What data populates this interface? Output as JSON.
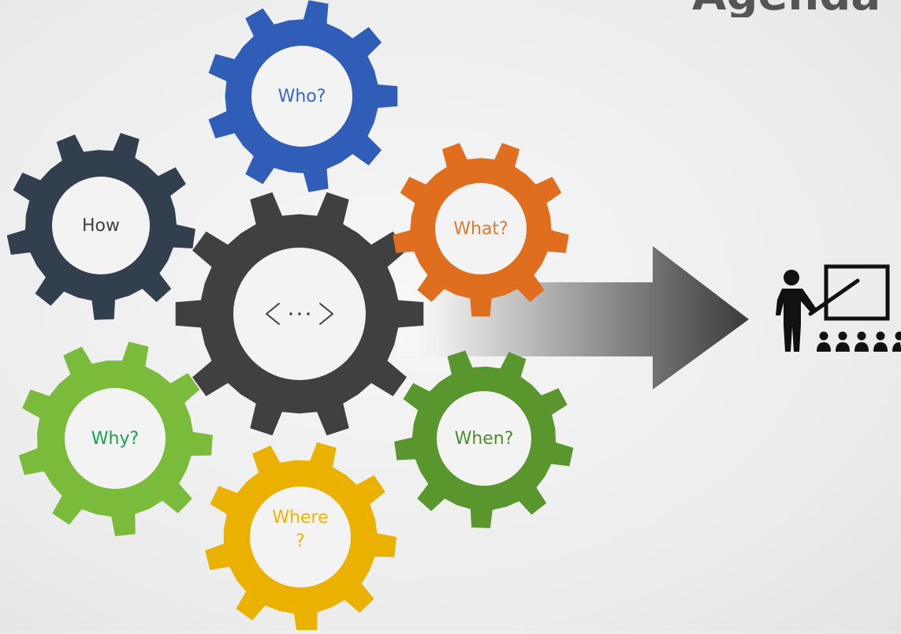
{
  "slide": {
    "title": "Agenda"
  },
  "gears": [
    {
      "id": "who",
      "label": "Who?",
      "color": "#2f5db8",
      "text_color": "#3a66c4"
    },
    {
      "id": "how",
      "label": "How",
      "color": "#323f4f",
      "text_color": "#404040"
    },
    {
      "id": "center",
      "icon": "code-brackets-icon",
      "color": "#404040",
      "text_color": "#404040"
    },
    {
      "id": "what",
      "label": "What?",
      "color": "#e06e1f",
      "text_color": "#e07a2e"
    },
    {
      "id": "why",
      "label": "Why?",
      "color": "#7bbb3c",
      "text_color": "#16a34a"
    },
    {
      "id": "when",
      "label": "When?",
      "color": "#59972e",
      "text_color": "#4f8d2c"
    },
    {
      "id": "where",
      "label_lines": [
        "Where",
        "?"
      ],
      "color": "#eab100",
      "text_color": "#f0b400"
    }
  ],
  "arrow": {
    "icon": "right-arrow-icon",
    "color_start": "#ffffff",
    "color_end": "#3a3a3a"
  },
  "presenter": {
    "icon": "presenter-audience-icon",
    "color": "#111111"
  }
}
